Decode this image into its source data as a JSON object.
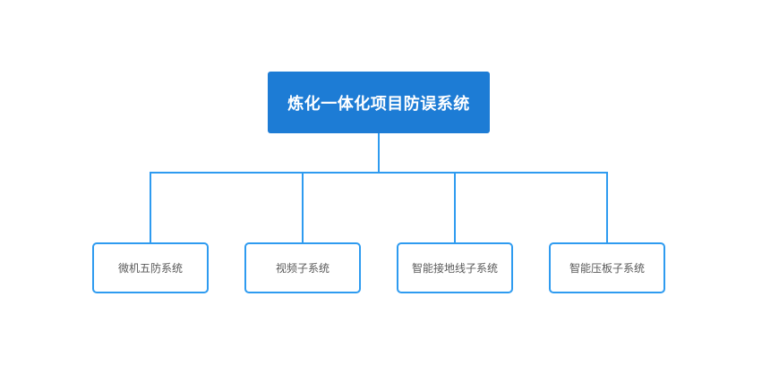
{
  "colors": {
    "root_fill": "#1d7cd5",
    "root_text": "#ffffff",
    "connector": "#2e9bf0",
    "child_border": "#2e9bf0",
    "child_fill": "#ffffff",
    "child_text": "#595959",
    "background": "#ffffff"
  },
  "chart_data": {
    "type": "org-tree",
    "root": {
      "label": "炼化一体化项目防误系统"
    },
    "children": [
      {
        "label": "微机五防系统"
      },
      {
        "label": "视频子系统"
      },
      {
        "label": "智能接地线子系统"
      },
      {
        "label": "智能压板子系统"
      }
    ]
  }
}
